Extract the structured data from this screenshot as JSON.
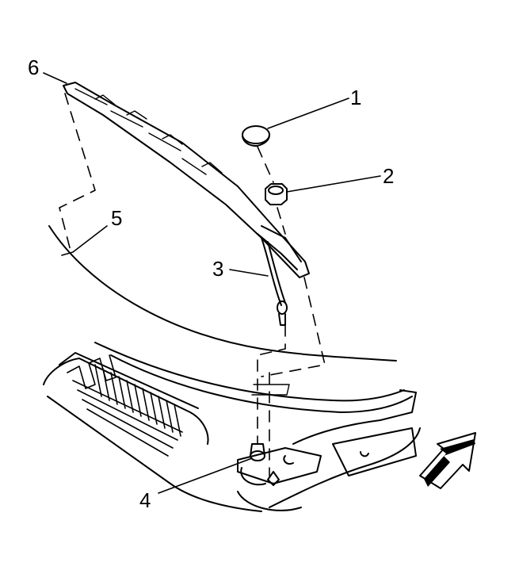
{
  "callouts": {
    "c1": "1",
    "c2": "2",
    "c3": "3",
    "c4": "4",
    "c5": "5",
    "c6": "6"
  },
  "colors": {
    "ink": "#000000",
    "background": "#ffffff"
  }
}
